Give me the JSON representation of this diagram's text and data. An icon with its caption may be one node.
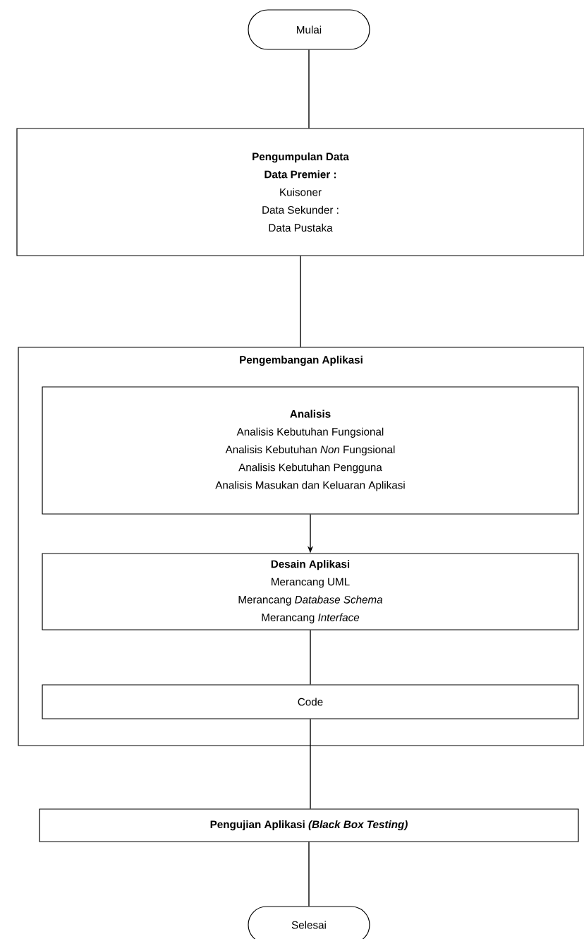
{
  "diagram": {
    "nodes": [
      {
        "text": [
          "Mulai"
        ]
      },
      {
        "text": [
          "Pengumpulan Data",
          "Data Premier :",
          "Kuisoner",
          "Data Sekunder :",
          "Data Pustaka"
        ]
      },
      {
        "text": [
          "Pengembangan Aplikasi"
        ]
      },
      {
        "text": [
          "Analisis",
          "Analisis Kebutuhan Fungsional",
          "Analisis Kebutuhan *Non* Fungsional",
          "Analisis Kebutuhan Pengguna",
          "Analisis Masukan dan Keluaran Aplikasi"
        ],
        "in": 2
      },
      {
        "text": [
          "Desain Aplikasi",
          "Merancang UML",
          "Merancang *Database Schema*",
          "Merancang *Interface*"
        ],
        "in": 2
      },
      {
        "text": [
          "Code"
        ],
        "in": 2
      },
      {
        "text": [
          "Pengujian Aplikasi *(Black Box Testing)*"
        ]
      },
      {
        "text": [
          "Selesai"
        ]
      }
    ],
    "edges": [
      {
        "from": 0,
        "to": 1,
        "arrow": "none"
      },
      {
        "from": 1,
        "to": 2,
        "arrow": "none"
      },
      {
        "from": 3,
        "to": 4,
        "arrow": "to"
      },
      {
        "from": 4,
        "to": 5,
        "arrow": "none"
      },
      {
        "from": 5,
        "to": 6,
        "arrow": "none"
      },
      {
        "from": 6,
        "to": 7,
        "arrow": "none"
      }
    ]
  }
}
